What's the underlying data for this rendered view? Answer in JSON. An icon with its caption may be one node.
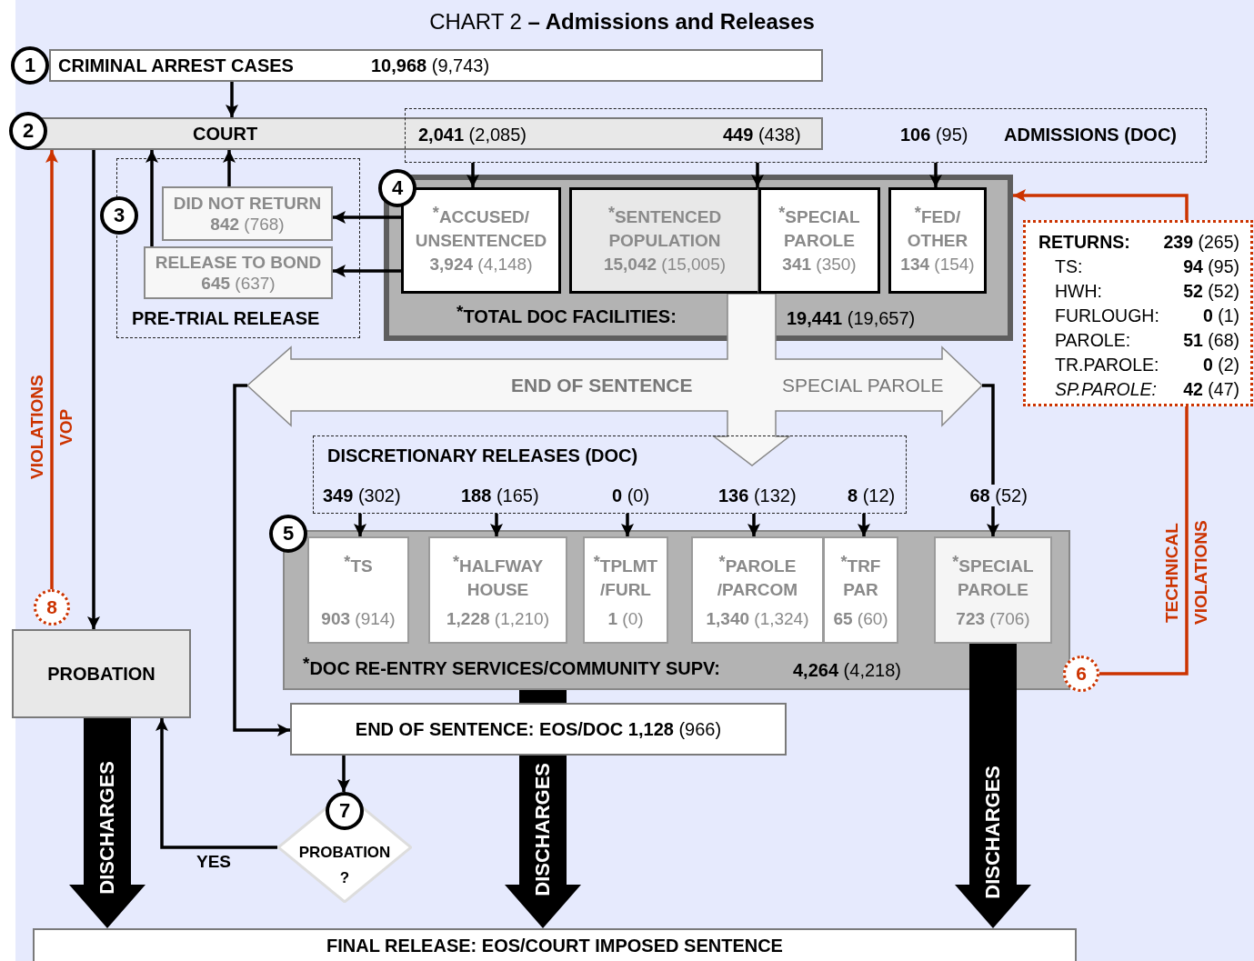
{
  "diagram": {
    "title": "CHART 2 **– Admissions and Releases**",
    "nodes": [
      {
        "text": [
          "CRIMINAL ARREST CASES",
          "**10,968** (9,743)"
        ],
        "beside": [
          "1"
        ]
      },
      {
        "text": [
          "2",
          "COURT",
          "**2,041** (2,085)",
          "**449** (438)"
        ]
      },
      {
        "text": [
          "**106** (95)",
          "ADMISSIONS (DOC)"
        ]
      },
      {
        "text": [
          "PRE-TRIAL RELEASE"
        ],
        "beside": [
          "3"
        ]
      },
      {
        "text": [
          "DID NOT RETURN",
          "**842** (768)"
        ],
        "in": 3
      },
      {
        "text": [
          "RELEASE TO BOND",
          "**645** (637)"
        ],
        "in": 3
      },
      {
        "text": [
          "$^{*}$TOTAL DOC FACILITIES:",
          "**19,441** (19,657)"
        ],
        "beside": [
          "4"
        ]
      },
      {
        "text": [
          "$^{*}$ACCUSED/ UNSENTENCED",
          "**3,924** (4,148)"
        ],
        "in": 6
      },
      {
        "text": [
          "$^{*}$SENTENCED POPULATION",
          "**15,042** (15,005)"
        ],
        "in": 6
      },
      {
        "text": [
          "$^{*}$SPECIAL PAROLE",
          "**341** (350)"
        ],
        "in": 6
      },
      {
        "text": [
          "$^{*}$FED/ OTHER",
          "**134** (154)"
        ],
        "in": 6
      },
      {
        "text": [
          "RETURNS:",
          "**239** (265)",
          "TS:",
          "**94** (95)",
          "HWH:",
          "**52** (52)",
          "FURLOUGH:",
          "**0** (1)",
          "PAROLE:",
          "**51** (68)",
          "TR.PAROLE:",
          "**0** (2)",
          "SP.PAROLE:",
          "**42** (47)"
        ]
      },
      {
        "text": [
          "END OF SENTENCE",
          "SPECIAL PAROLE"
        ]
      },
      {
        "text": [
          "DISCRETIONARY RELEASES (DOC)",
          "**349** (302)",
          "**188** (165)",
          "**0** (0)",
          "**136** (132)",
          "**8** (12)"
        ]
      },
      {
        "text": [
          "$^{*}$DOC RE-ENTRY SERVICES/COMMUNITY SUPV:",
          "**4,264** (4,218)"
        ],
        "beside": [
          "5"
        ]
      },
      {
        "text": [
          "$^{*}$TS",
          "**903** (914)"
        ],
        "in": 14
      },
      {
        "text": [
          "$^{*}$HALFWAY HOUSE",
          "**1,228** (1,210)"
        ],
        "in": 14
      },
      {
        "text": [
          "$^{*}$TPLMT /FURL",
          "**1** (0)"
        ],
        "in": 14
      },
      {
        "text": [
          "$^{*}$PAROLE /PARCOM",
          "**1,340** (1,324)"
        ],
        "in": 14
      },
      {
        "text": [
          "$^{*}$TRF PAR",
          "**65** (60)"
        ],
        "in": 14
      },
      {
        "text": [
          "$^{*}$SPECIAL PAROLE",
          "**723** (706)"
        ],
        "in": 14
      },
      {
        "text": [
          "PROBATION"
        ]
      },
      {
        "text": [
          "**END OF SENTENCE: EOS/DOC 1,128** (966)"
        ]
      },
      {
        "text": [
          "7",
          "PROBATION ?"
        ]
      },
      {
        "text": [
          "FINAL RELEASE: EOS/COURT IMPOSED SENTENCE"
        ]
      },
      {
        "text": [
          "8"
        ]
      },
      {
        "text": [
          "6"
        ]
      }
    ],
    "edges": [
      {
        "from": 0,
        "to": 1,
        "arrow": "to"
      },
      {
        "from": 1,
        "to": 21,
        "arrow": "to"
      },
      {
        "from": 4,
        "to": 1,
        "arrow": "to"
      },
      {
        "from": 5,
        "to": 1,
        "arrow": "to"
      },
      {
        "from": 7,
        "to": 4,
        "arrow": "to"
      },
      {
        "from": 7,
        "to": 5,
        "arrow": "to"
      },
      {
        "from": 2,
        "to": 7,
        "arrow": "to"
      },
      {
        "from": 2,
        "to": 8,
        "arrow": "to"
      },
      {
        "from": 2,
        "to": 10,
        "arrow": "to"
      },
      {
        "from": 12,
        "to": 22,
        "arrow": "to"
      },
      {
        "from": 12,
        "to": 20,
        "arrow": "to",
        "label": "**68** (52)"
      },
      {
        "from": 13,
        "to": 15,
        "arrow": "to"
      },
      {
        "from": 13,
        "to": 16,
        "arrow": "to"
      },
      {
        "from": 13,
        "to": 17,
        "arrow": "to"
      },
      {
        "from": 13,
        "to": 18,
        "arrow": "to"
      },
      {
        "from": 13,
        "to": 19,
        "arrow": "to"
      },
      {
        "from": 22,
        "to": 23,
        "arrow": "to"
      },
      {
        "from": 23,
        "to": 21,
        "arrow": "to",
        "label": "YES"
      },
      {
        "from": 21,
        "to": 24,
        "arrow": "to",
        "label": "DISCHARGES",
        "style": "thick"
      },
      {
        "from": 14,
        "to": 24,
        "arrow": "to",
        "label": "DISCHARGES",
        "style": "thick"
      },
      {
        "from": 20,
        "to": 24,
        "arrow": "to",
        "label": "DISCHARGES",
        "style": "thick"
      },
      {
        "from": 25,
        "to": 1,
        "arrow": "to",
        "label": "VIOLATIONS VOP",
        "color": "#cc3300"
      },
      {
        "from": 26,
        "to": 11,
        "arrow": "none",
        "label": "TECHNICAL VIOLATIONS",
        "color": "#cc3300"
      },
      {
        "from": 11,
        "to": 6,
        "arrow": "to",
        "color": "#cc3300"
      }
    ]
  }
}
